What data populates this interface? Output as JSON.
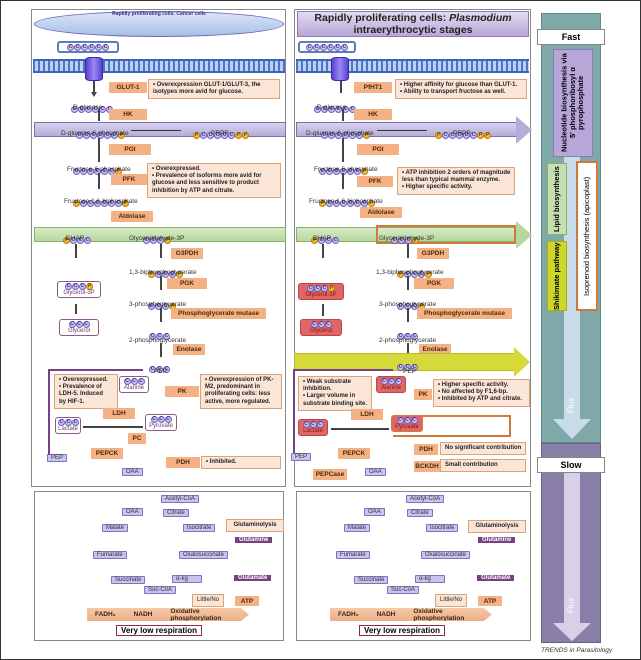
{
  "panels": {
    "cancer": {
      "title": "Rapidly proliferating cells: Cancer cells",
      "transporter": "GLUT-1",
      "transporter_note": [
        "• Overexpression GLUT-1/GLUT-3, the",
        "  isotypes more avid for glucose."
      ],
      "pfk_note": [
        "• Overexpressed.",
        "• Prevalence of isoforms more avid for",
        "  glucose and less sensitive to product",
        "  inhibition by ATP and citrate."
      ],
      "ldh_note": [
        "• Overexpressed.",
        "• Prevalence of",
        "  LDH-5. Induced",
        "  by HIF-1."
      ],
      "pk_note": [
        "• Overexpression of PK-",
        "  M2, predominant in",
        "  proliferating cells: less",
        "  active, more regulated."
      ],
      "pdh_note": "• Inhibited.",
      "enzymes_extra": [
        "PC",
        "PEPCK"
      ]
    },
    "plasmodium": {
      "title_part1": "Rapidly proliferating cells: ",
      "title_italic": "Plasmodium",
      "title_line2": "intraerythrocytic stages",
      "transporter": "PfHT1",
      "transporter_note": [
        "• Higher affinity for glucose than GLUT-1.",
        "• Ability to transport fructose as well."
      ],
      "pfk_note": [
        "• ATP inhibition 2 orders of magnitude",
        "  less than typical mammal enzyme.",
        "• Higher specific activity."
      ],
      "ldh_note": [
        "• Weak substrate",
        "  inhibition.",
        "• Larger volume in",
        "  substrate binding site."
      ],
      "pk_note": [
        "• Higher specific activity.",
        "• No affected by F1,6-bp.",
        "• Inhibited by ATP and citrate."
      ],
      "pdh_note": "No significant contribution",
      "bckdh": "BCKDH",
      "bckdh_note": "Small contribution",
      "enzymes_extra": [
        "PEPCK",
        "PEPCase"
      ]
    }
  },
  "metabolites": {
    "d_glucose": "D-glucose",
    "g6p": "D-glucose-6-phosphate",
    "prpp": "PRPP",
    "f6p": "Fructose-6-phosphate",
    "f16bp": "Fructose 1,6-biphosphate",
    "dhap": "DHAP",
    "g3p": "Glyceraldehyde-3P",
    "bpg13": "1,3-biphosphoglycerate",
    "pg3": "3-phosphoglycerate",
    "pg2": "2-phosphoglycerate",
    "pep": "PEP",
    "pyruvate": "Pyruvate",
    "lactate": "Lactate",
    "alanine": "Alanine",
    "glycerol3p": "Glycerol-3P",
    "glycerol": "Glycerol",
    "oaa": "OAA"
  },
  "enzymes": {
    "hk": "HK",
    "pgi": "PGI",
    "pfk": "PFK",
    "aldolase": "Aldolase",
    "g3pdh": "G3PDH",
    "pgk": "PGK",
    "pgm": "Phosphoglycerate mutase",
    "enolase": "Enolase",
    "pk": "PK",
    "ldh": "LDH",
    "pdh": "PDH"
  },
  "tca": {
    "acetyl_coa": "Acetyl-CoA",
    "oaa": "OAA",
    "citrate": "Citrate",
    "isocitrate": "Isocitrate",
    "oxalosuccinate": "Oxalosuccinate",
    "akg": "α-kg",
    "suc_coa": "Suc-CoA",
    "succinate": "Succinate",
    "fumarate": "Fumarate",
    "malate": "Malate",
    "glutaminolysis": "Glutaminolysis",
    "glutamine": "Glutamine",
    "glutamate": "Glutamate",
    "little_no": "Little/No",
    "atp": "ATP",
    "fadh2": "FADH₂",
    "nadh": "NADH",
    "oxphos": "Oxidative phosphorylation",
    "respiration": "Very low respiration"
  },
  "flux_column": {
    "fast": "Fast",
    "slow": "Slow",
    "nucleotide": "Nucleotide biosynthesis via 5' phosphoribosyl α pyrophosphate",
    "lipid": "Lipid biosynthesis",
    "shikimate": "Shikimate pathway",
    "isoprenoid": "Isoprenoid biosynthesis (apicoplast)",
    "flux": "Flux"
  },
  "colors": {
    "enzyme": "#f4b183",
    "note": "#fbe5d6",
    "nucleotide_band": "#b8a6d8",
    "lipid_band": "#c6dfb0",
    "shikimate_band": "#cfd62a",
    "isoprenoid_border": "#d07a3a",
    "flux_teal": "#7fa9a8",
    "flux_purple": "#8a7fa8"
  },
  "credit": "TRENDS in Parasitology"
}
